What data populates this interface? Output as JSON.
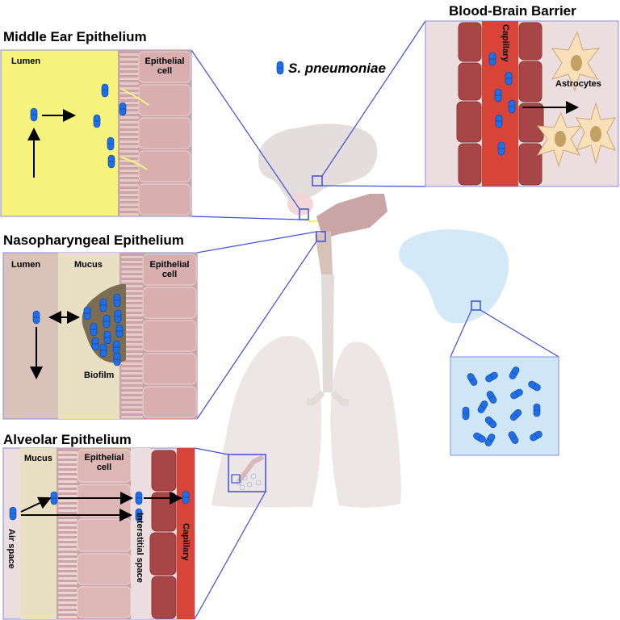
{
  "legend": {
    "label": "S. pneumoniae",
    "icon": "bacterium-icon",
    "color": "#1f6fe8"
  },
  "anatomy": {
    "brain_color": "#e3dddd",
    "body_color": "#d9cfcf",
    "lung_color": "#ece6e6",
    "nasal_cavity_color": "#c9a5a5"
  },
  "panels": {
    "middle_ear": {
      "title": "Middle Ear Epithelium",
      "lumen": "Lumen",
      "epithelial_cell": "Epithelial cell",
      "bg_color": "#f7f47e"
    },
    "nasopharyngeal": {
      "title": "Nasopharyngeal Epithelium",
      "lumen": "Lumen",
      "mucus": "Mucus",
      "epithelial_cell": "Epithelial cell",
      "biofilm": "Biofilm"
    },
    "blood_brain_barrier": {
      "title": "Blood-Brain Barrier",
      "capillary": "Capillary",
      "astrocytes": "Astrocytes"
    },
    "alveolar": {
      "title": "Alveolar Epithelium",
      "mucus": "Mucus",
      "epithelial_cell": "Epithelial cell",
      "air_space": "Air space",
      "interstitial_space": "Interstitial space",
      "capillary": "Capillary"
    },
    "blood": {
      "bg_color": "#cfe6f7"
    }
  }
}
